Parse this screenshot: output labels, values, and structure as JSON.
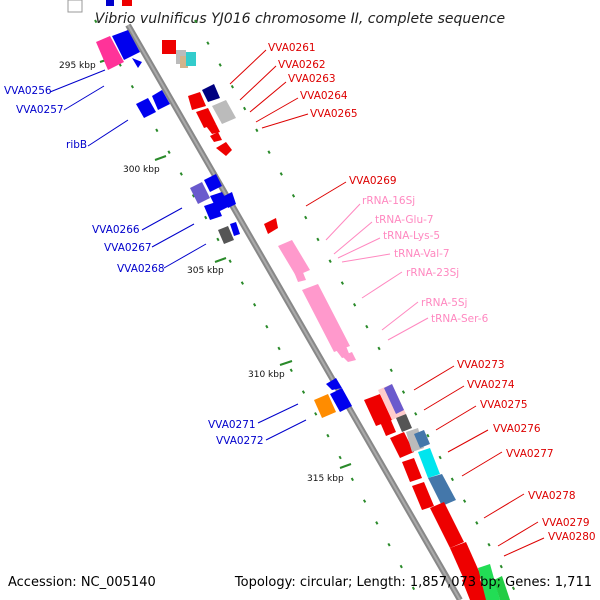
{
  "title": "Vibrio vulnificus YJ016 chromosome II, complete sequence",
  "footer": {
    "accession": "Accession: NC_005140",
    "topology": "Topology: circular; Length: 1,857,073 bp; Genes: 1,711"
  },
  "colors": {
    "backbone": "#888888",
    "tick": "#2a8a2a",
    "blue_label": "#0000cc",
    "red_label": "#dd0000",
    "pink_label": "#ff88c0"
  },
  "scale_ticks": [
    "295 kbp",
    "300 kbp",
    "305 kbp",
    "310 kbp",
    "315 kbp"
  ],
  "left_labels": [
    "VVA0256",
    "VVA0257",
    "ribB",
    "VVA0266",
    "VVA0267",
    "VVA0268",
    "VVA0271",
    "VVA0272"
  ],
  "right_red_labels_top": [
    "VVA0261",
    "VVA0262",
    "VVA0263",
    "VVA0264",
    "VVA0265",
    "VVA0269"
  ],
  "rna_labels": [
    "rRNA-16Sj",
    "tRNA-Glu-7",
    "tRNA-Lys-5",
    "tRNA-Val-7",
    "rRNA-23Sj",
    "rRNA-5Sj",
    "tRNA-Ser-6"
  ],
  "right_red_labels_bottom": [
    "VVA0273",
    "VVA0274",
    "VVA0275",
    "VVA0276",
    "VVA0277",
    "VVA0278",
    "VVA0279",
    "VVA0280"
  ]
}
